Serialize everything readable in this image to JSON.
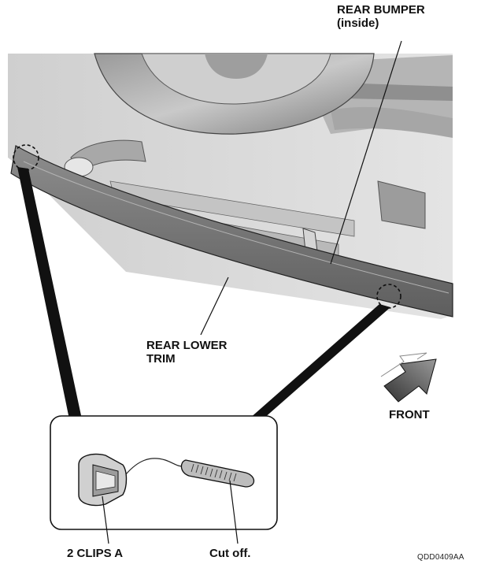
{
  "labels": {
    "rear_bumper_line1": "REAR BUMPER",
    "rear_bumper_line2": "(inside)",
    "rear_lower_trim_line1": "REAR LOWER",
    "rear_lower_trim_line2": "TRIM",
    "front": "FRONT",
    "clips": "2 CLIPS A",
    "cut_off": "Cut off."
  },
  "figure_code": "QDD0409AA",
  "colors": {
    "line": "#111111",
    "shade_light": "#dcdcdc",
    "shade_mid": "#bdbdbd",
    "shade_dark": "#8a8a8a"
  },
  "icons": {
    "front_arrow": "front-arrow-icon",
    "clip_marker": "dashed-circle-clip-marker"
  }
}
